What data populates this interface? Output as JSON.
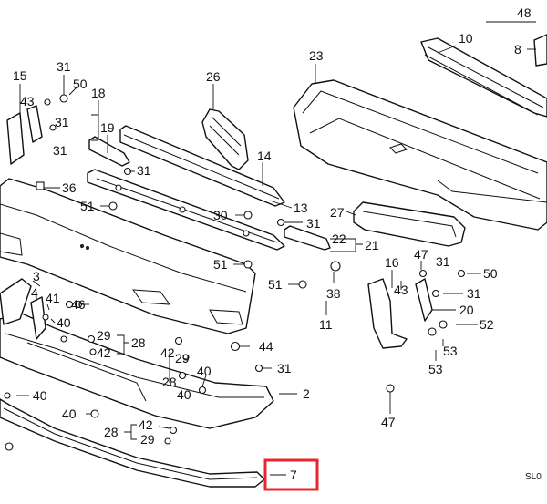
{
  "diagram": {
    "diagram_code": "SL0",
    "highlight_color": "#e8242c",
    "highlighted_label": "7",
    "labels": {
      "n48": "48",
      "n10": "10",
      "n8": "8",
      "n23": "23",
      "n26": "26",
      "n15": "15",
      "n31a": "31",
      "n50a": "50",
      "n43a": "43",
      "n18": "18",
      "n19": "19",
      "n31b": "31",
      "n31c": "31",
      "n14": "14",
      "n36": "36",
      "n31d": "31",
      "n51a": "51",
      "n13": "13",
      "n30": "30",
      "n31e": "31",
      "n27": "27",
      "n22": "22",
      "n21": "21",
      "n51b": "51",
      "n51c": "51",
      "n38": "38",
      "n11": "11",
      "n16": "16",
      "n47a": "47",
      "n31f": "31",
      "n50b": "50",
      "n43b": "43",
      "n31g": "31",
      "n20": "20",
      "n52": "52",
      "n53a": "53",
      "n53b": "53",
      "n47b": "47",
      "n3": "3",
      "n4": "4",
      "n41": "41",
      "n46": "46",
      "n40a": "40",
      "n29a": "29",
      "n28a": "28",
      "n42a": "42",
      "n44": "44",
      "n42b": "42",
      "n29b": "29",
      "n40b": "40",
      "n28b": "28",
      "n40c": "40",
      "n31h": "31",
      "n2": "2",
      "n40d": "40",
      "n40e": "40",
      "n28c": "28",
      "n42c": "42",
      "n29c": "29",
      "n7": "7"
    }
  }
}
